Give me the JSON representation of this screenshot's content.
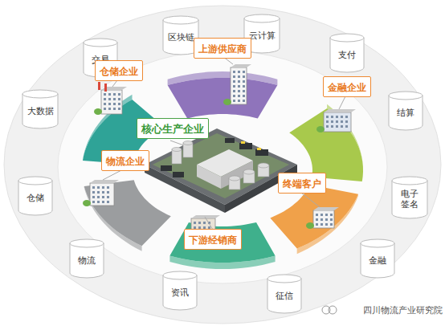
{
  "diagram": {
    "nodes": [
      {
        "text": [
          "交易"
        ]
      },
      {
        "text": [
          "区块链"
        ]
      },
      {
        "text": [
          "云计算"
        ]
      },
      {
        "text": [
          "支付"
        ]
      },
      {
        "text": [
          "大数据"
        ]
      },
      {
        "text": [
          "结算"
        ]
      },
      {
        "text": [
          "仓储"
        ]
      },
      {
        "text": [
          "电子签名"
        ]
      },
      {
        "text": [
          "物流"
        ]
      },
      {
        "text": [
          "金融"
        ]
      },
      {
        "text": [
          "资讯"
        ]
      },
      {
        "text": [
          "征信"
        ]
      },
      {
        "text": [
          "仓储企业"
        ]
      },
      {
        "text": [
          "上游供应商"
        ]
      },
      {
        "text": [
          "金融企业"
        ]
      },
      {
        "text": [
          "核心生产企业"
        ]
      },
      {
        "text": [
          "物流企业"
        ]
      },
      {
        "text": [
          "终端客户"
        ]
      },
      {
        "text": [
          "下游经销商"
        ]
      }
    ],
    "labels": [
      "四川物流产业研究院"
    ]
  }
}
